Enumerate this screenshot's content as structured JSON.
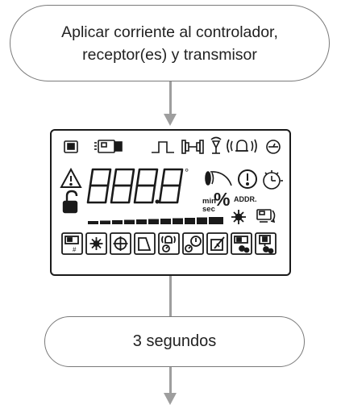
{
  "flow": {
    "step1_line1": "Aplicar corriente al controlador,",
    "step1_line2": "receptor(es) y transmisor",
    "step2": "3 segundos"
  },
  "lcd": {
    "digits": "8888",
    "degree_symbol": "°",
    "unit_min": "min",
    "unit_sec": "sec",
    "percent": "%",
    "addr_label": "ADDR.",
    "icons": {
      "top_row": [
        "transmitter-icon",
        "sensor-pair-icon",
        "pulse-icon",
        "beam-emitter-receiver-icon",
        "antenna-icon",
        "alarm-bell-icon",
        "timer-circle-icon"
      ],
      "middle_left": [
        "warning-triangle-icon",
        "padlock-open-icon"
      ],
      "middle_right": [
        "signal-strength-icon",
        "info-circle-icon",
        "timer-clock-icon",
        "sun-icon",
        "sensor-swap-icon"
      ],
      "bottom_row": [
        "device-hash-icon",
        "sun-tile-icon",
        "crosshair-tile-icon",
        "door-tile-icon",
        "bell-clock-tile-icon",
        "alarm-clock-tile-icon",
        "edit-tile-icon",
        "device-gears-tile-icon",
        "monitor-gears-tile-icon"
      ]
    },
    "bar_segments": 11
  },
  "colors": {
    "border": "#7a7a7a",
    "arrow": "#9e9e9e",
    "lcd": "#1a1a1a"
  }
}
